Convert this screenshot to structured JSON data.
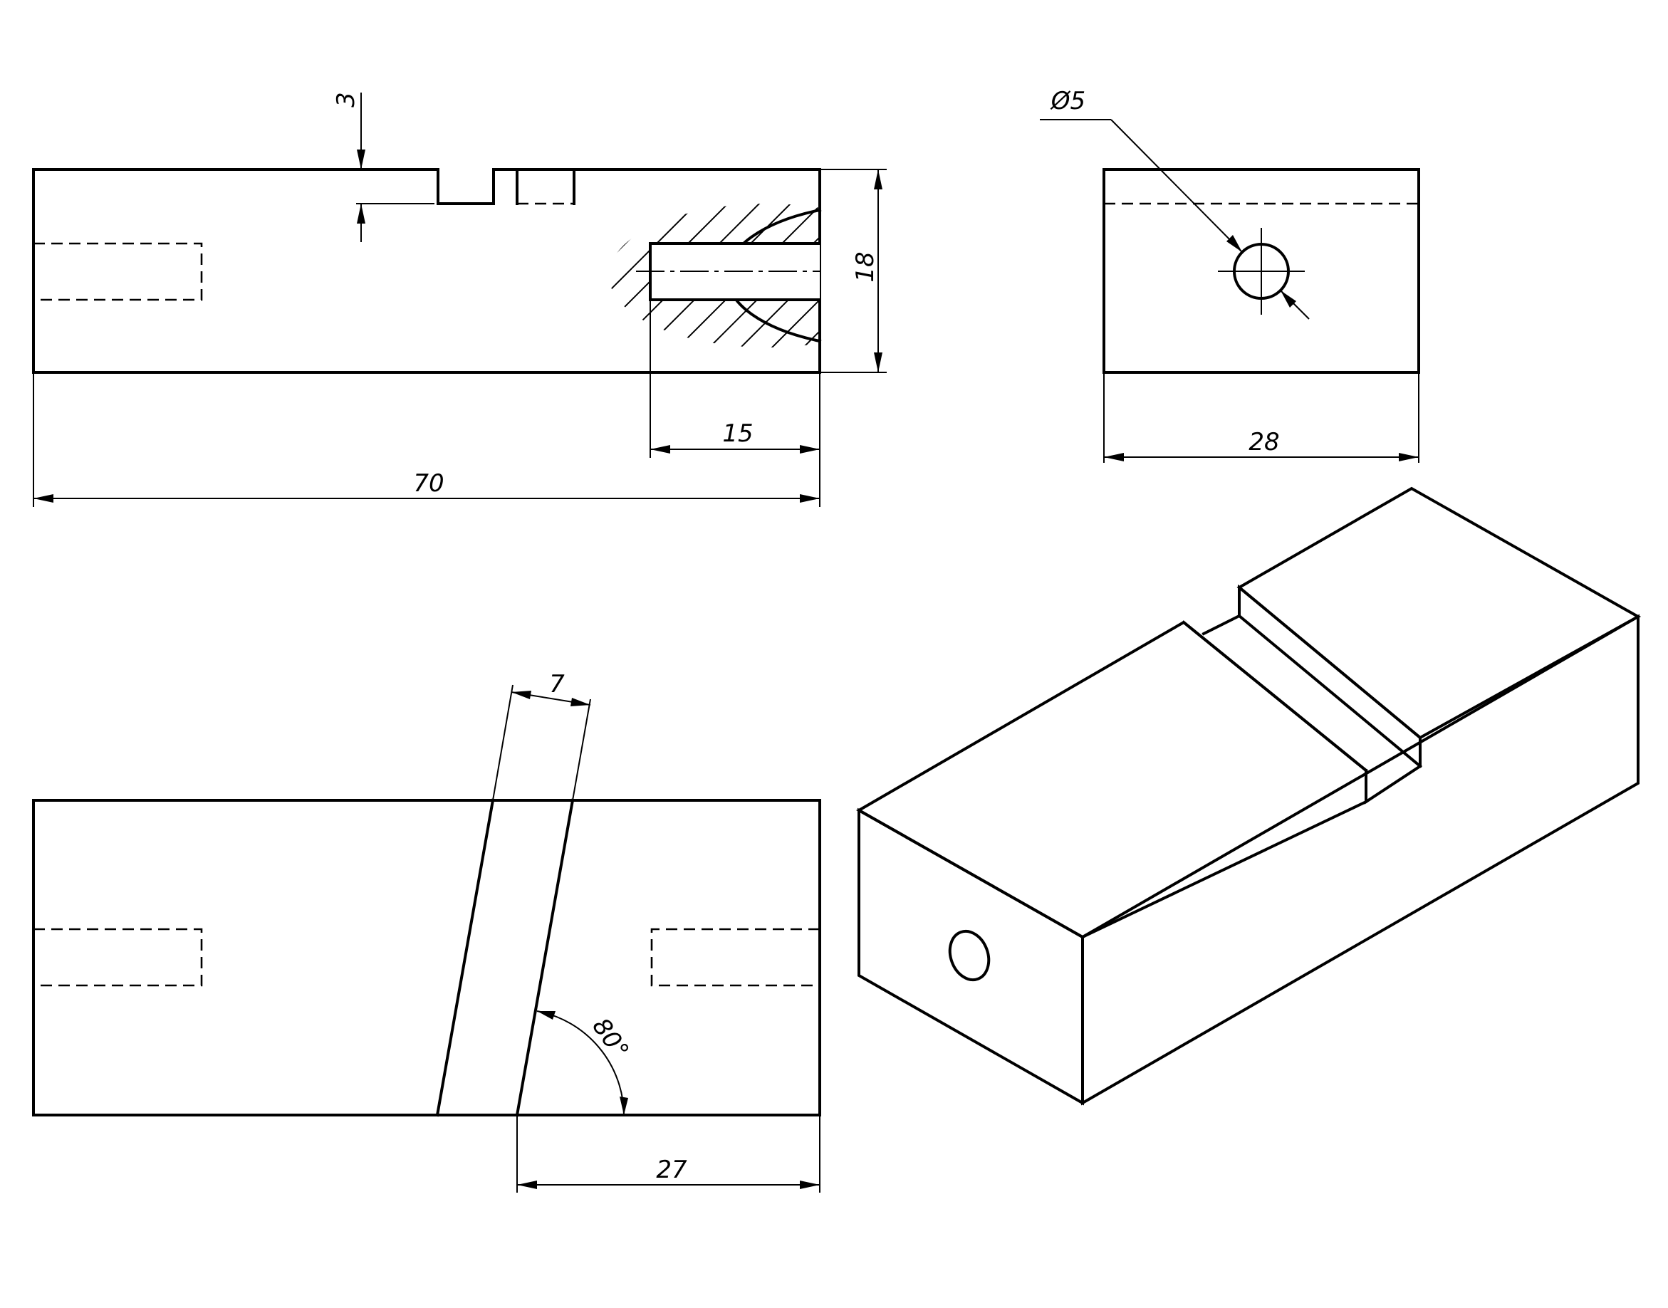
{
  "dimensions": {
    "d_slot_depth": "3",
    "d_height": "18",
    "d_hole_depth": "15",
    "d_length": "70",
    "d_diameter": "Ø5",
    "d_width": "28",
    "d_slot_width": "7",
    "d_angle": "80°",
    "d_slot_position": "27"
  },
  "colors": {
    "line": "#000000",
    "background": "#ffffff"
  }
}
